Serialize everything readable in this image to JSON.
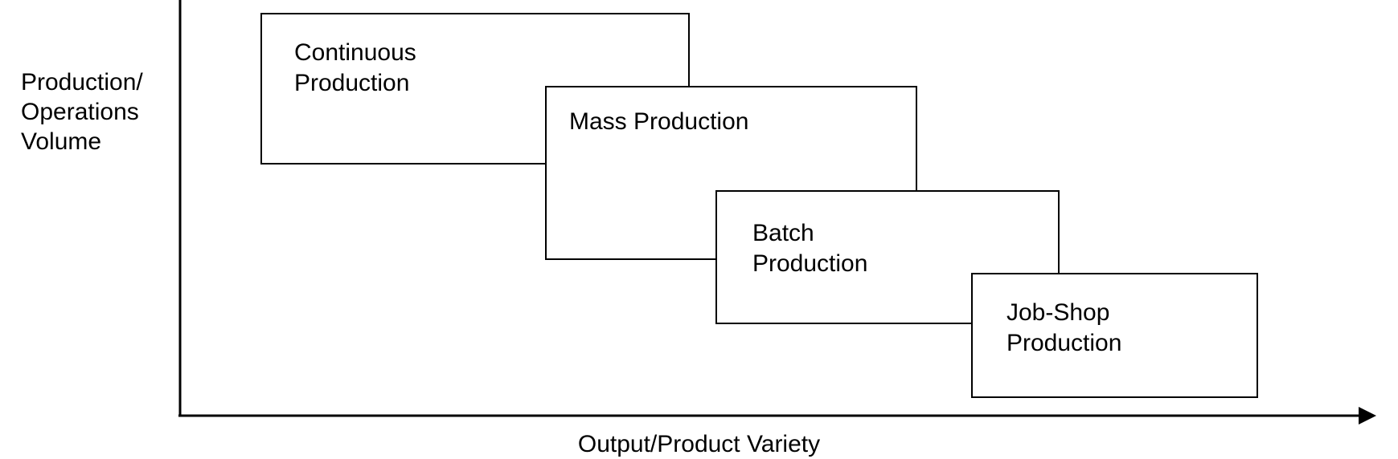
{
  "axes": {
    "y_label_lines": [
      "Production/",
      "Operations",
      "Volume"
    ],
    "x_label": "Output/Product Variety"
  },
  "boxes": [
    {
      "id": "continuous",
      "label": "Continuous\nProduction"
    },
    {
      "id": "mass",
      "label": "Mass Production"
    },
    {
      "id": "batch",
      "label": "Batch\nProduction"
    },
    {
      "id": "jobshop",
      "label": "Job-Shop\nProduction"
    }
  ],
  "colors": {
    "line": "#000000",
    "background": "#ffffff"
  }
}
